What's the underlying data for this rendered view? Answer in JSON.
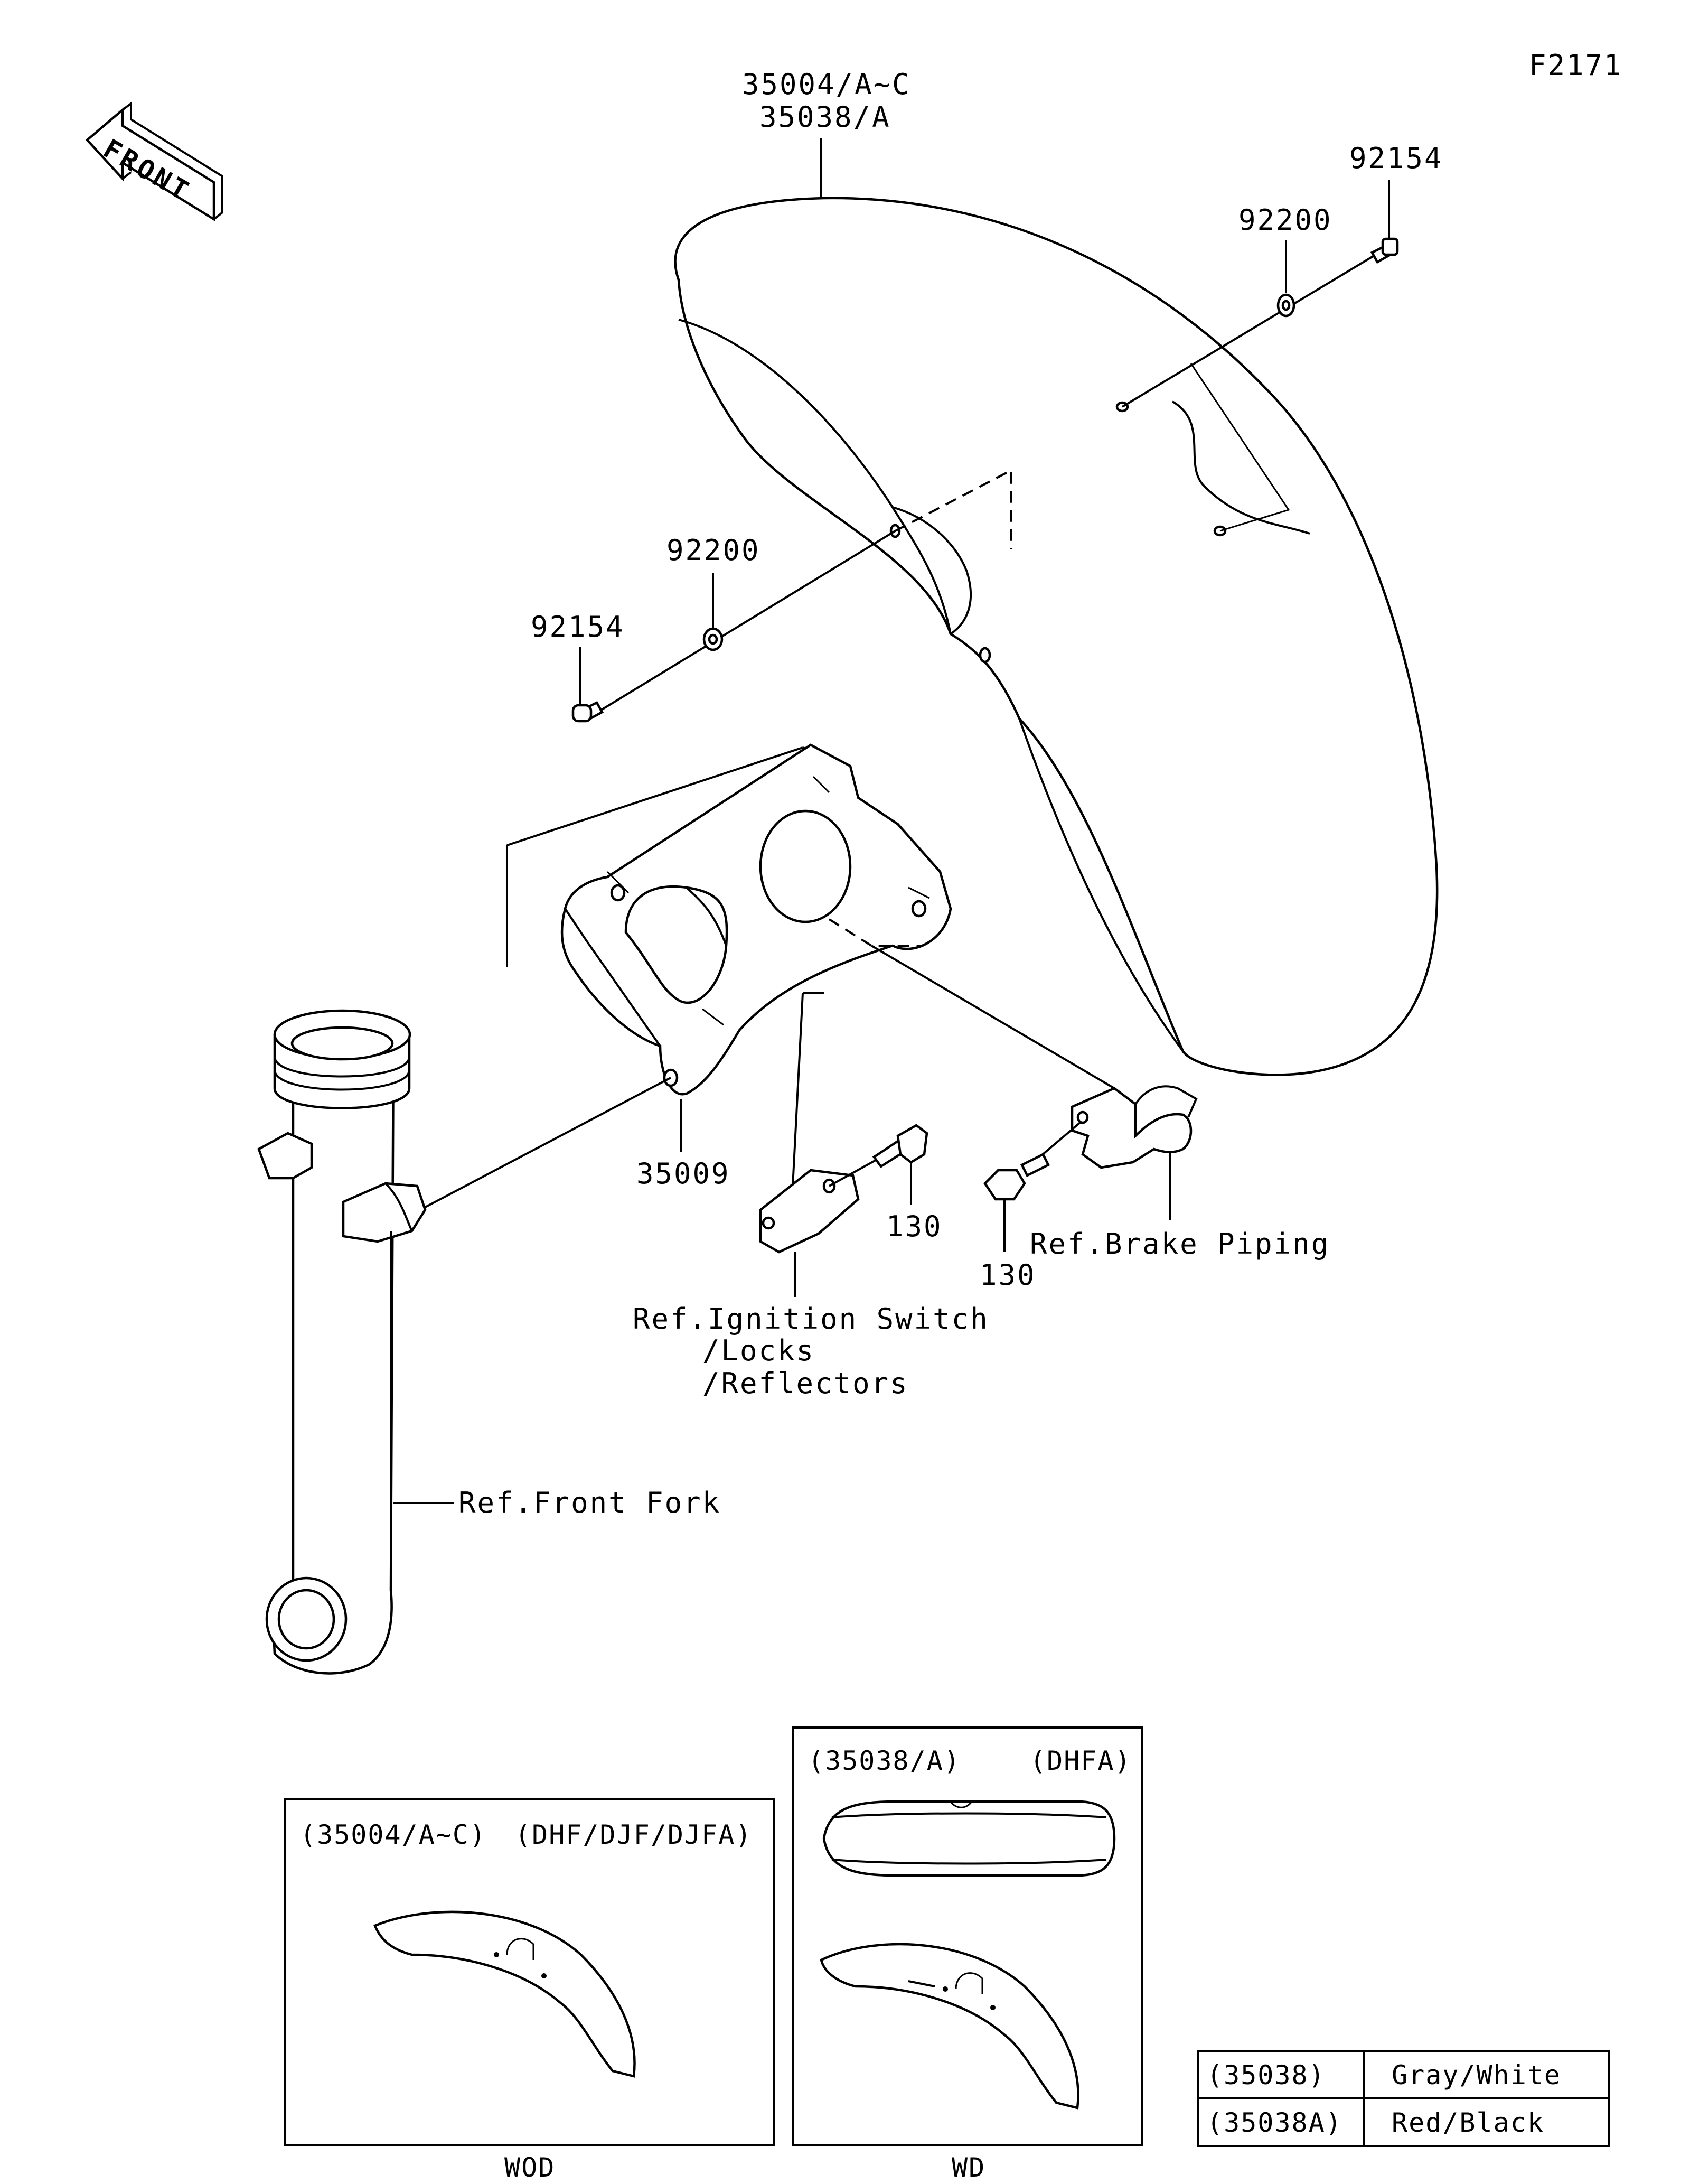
{
  "figure_id": "F2171",
  "front_label": "FRONT",
  "callouts": {
    "fender_line1": "35004/A~C",
    "fender_line2": "35038/A",
    "bolt_right": "92154",
    "washer_right": "92200",
    "washer_left": "92200",
    "bolt_left": "92154",
    "bracket": "35009",
    "bolt_center": "130",
    "bolt_brake": "130",
    "ref_brake": "Ref.Brake Piping",
    "ref_ignition_1": "Ref.Ignition Switch",
    "ref_ignition_2": "/Locks",
    "ref_ignition_3": "/Reflectors",
    "ref_fork": "Ref.Front Fork"
  },
  "inset_left": {
    "part": "(35004/A~C)",
    "models": "(DHF/DJF/DJFA)",
    "caption": "WOD"
  },
  "inset_right": {
    "part": "(35038/A)",
    "models": "(DHFA)",
    "caption": "WD"
  },
  "color_table": {
    "rows": [
      {
        "part": "(35038)",
        "color": "Gray/White"
      },
      {
        "part": "(35038A)",
        "color": "Red/Black"
      }
    ]
  }
}
